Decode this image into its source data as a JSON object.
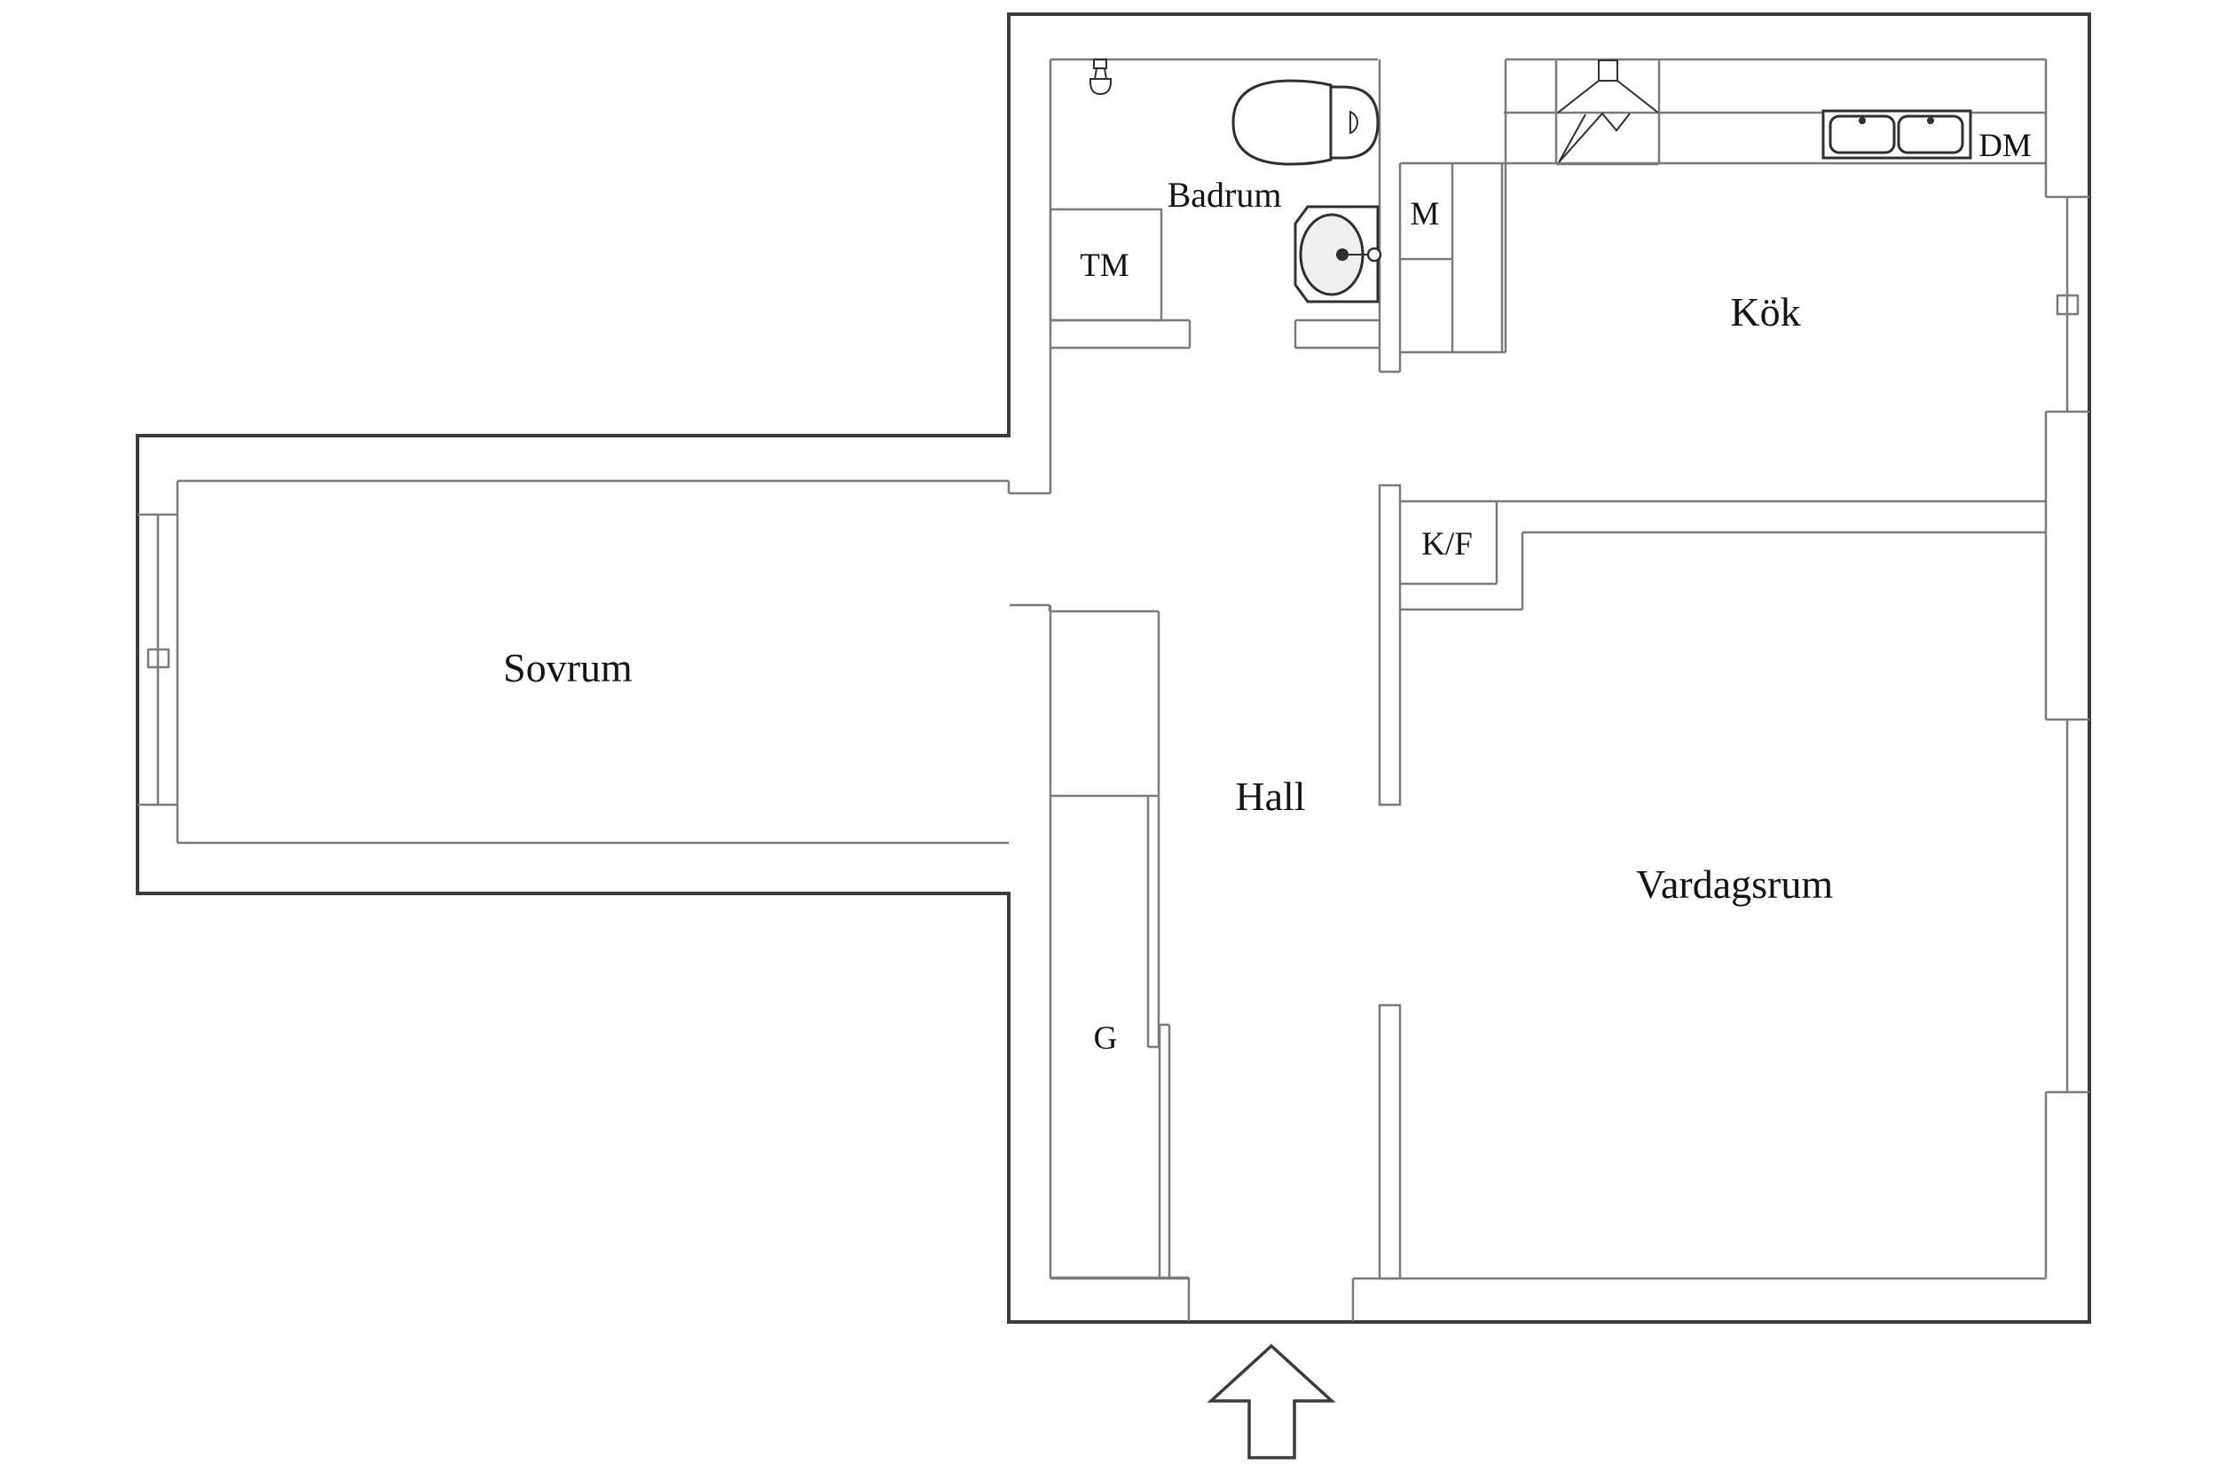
{
  "page": {
    "type": "apartment-floor-plan",
    "background": "#ffffff",
    "language": "Swedish"
  },
  "colors": {
    "wall_outer": "#3c3c3c",
    "wall_inner": "#7b7b7b",
    "fixture": "#2f2f2f",
    "label_text": "#141414",
    "basin_fill": "#efefef"
  },
  "labels": {
    "bathroom": "Badrum",
    "washing_machine": "TM",
    "cabinet": "M",
    "kitchen": "Kök",
    "dishwasher": "DM",
    "fridge_freezer": "K/F",
    "bedroom": "Sovrum",
    "hall": "Hall",
    "wardrobe": "G",
    "living_room": "Vardagsrum"
  },
  "icons": {
    "shower": "shower-icon",
    "toilet": "toilet-icon",
    "washbasin": "washbasin-icon",
    "stove_hood": "stove-hood-icon",
    "kitchen_sink": "kitchen-sink-icon",
    "window_latch": "window-latch-icon",
    "entrance_arrow": "entrance-arrow-icon"
  }
}
